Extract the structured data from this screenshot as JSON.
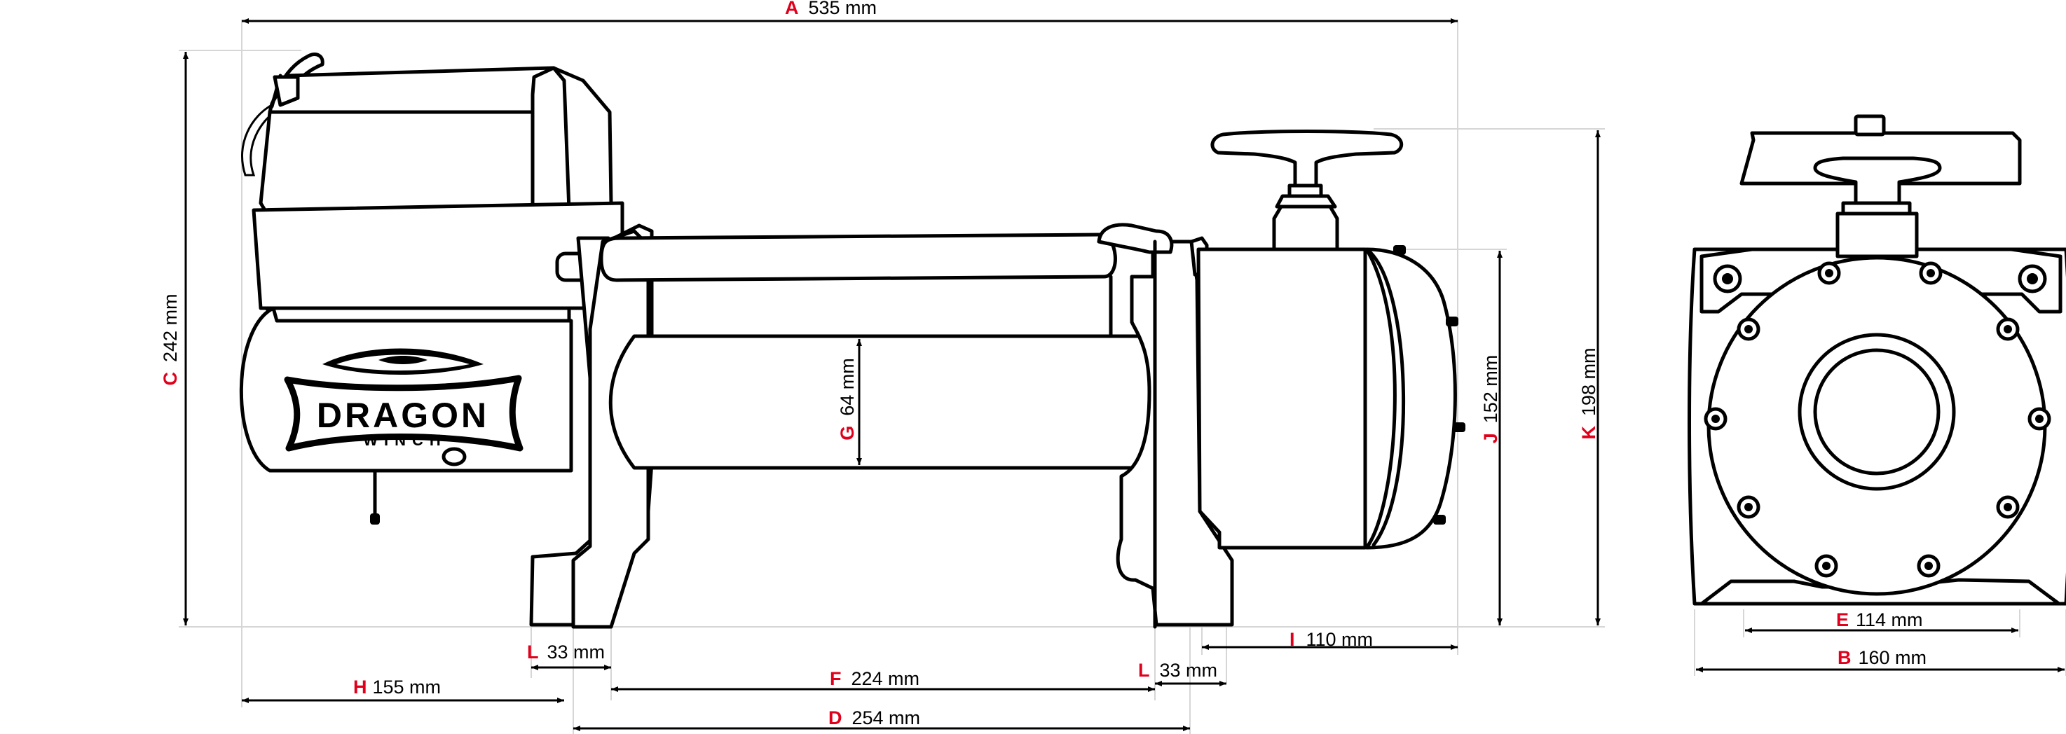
{
  "brand": {
    "name": "DRAGON",
    "sub": "WINCH"
  },
  "accent_color": "#e0001b",
  "dimensions": {
    "A": {
      "letter": "A",
      "value": "535 mm"
    },
    "B": {
      "letter": "B",
      "value": "160 mm"
    },
    "C": {
      "letter": "C",
      "value": "242 mm"
    },
    "D": {
      "letter": "D",
      "value": "254 mm"
    },
    "E": {
      "letter": "E",
      "value": "114 mm"
    },
    "F": {
      "letter": "F",
      "value": "224 mm"
    },
    "G": {
      "letter": "G",
      "value": "64 mm"
    },
    "H": {
      "letter": "H",
      "value": "155 mm"
    },
    "I": {
      "letter": "I",
      "value": "110 mm"
    },
    "J": {
      "letter": "J",
      "value": "152 mm"
    },
    "K": {
      "letter": "K",
      "value": "198 mm"
    },
    "L1": {
      "letter": "L",
      "value": "33 mm"
    },
    "L2": {
      "letter": "L",
      "value": "33 mm"
    }
  }
}
